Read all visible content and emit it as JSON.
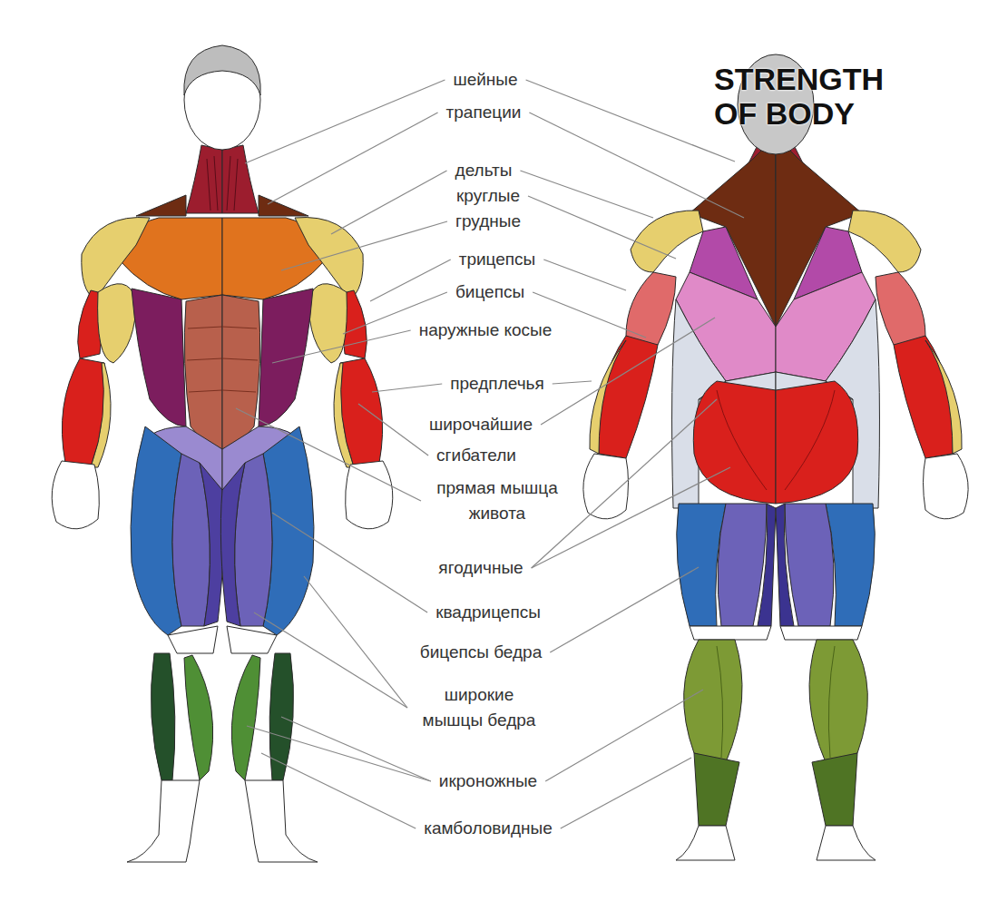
{
  "diagram": {
    "title": "STRENGTH OF BODY",
    "labels": [
      "шейные",
      "трапеции",
      "дельты",
      "круглые",
      "грудные",
      "трицепсы",
      "бицепсы",
      "наружные косые",
      "предплечья",
      "широчайшие",
      "сгибатели",
      "прямая мышца живота",
      "ягодичные",
      "квадрицепсы",
      "бицепсы бедра",
      "широкие мышцы бедра",
      "икроножные",
      "камболовидные"
    ]
  }
}
